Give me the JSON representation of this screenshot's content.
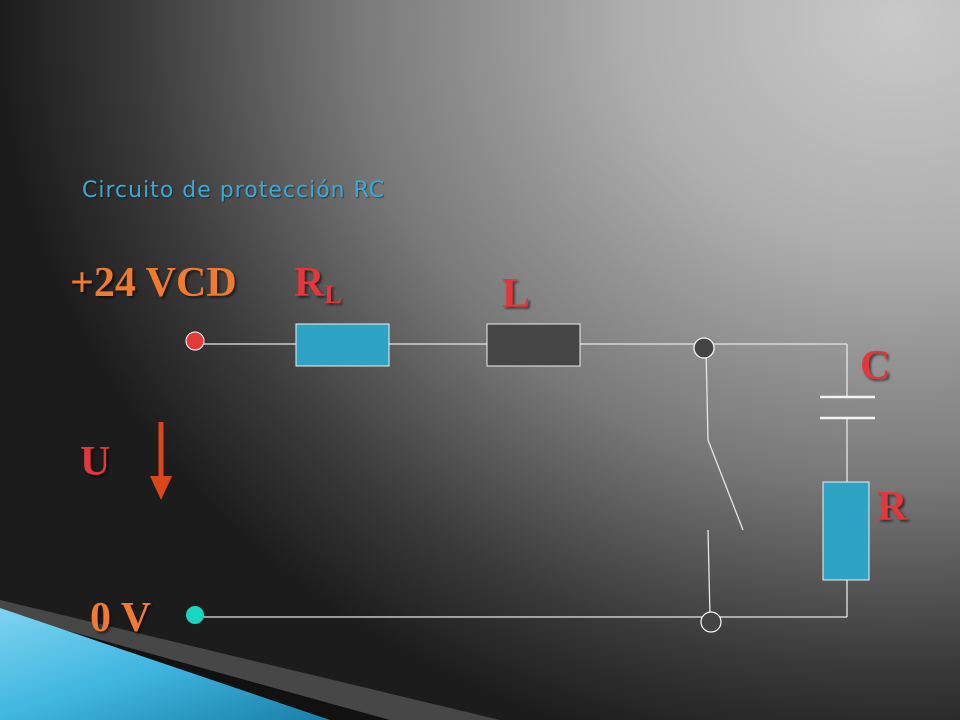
{
  "slide": {
    "title": "Circuito de protección RC"
  },
  "labels": {
    "supply": "+24 VCD",
    "load_resistor": "R",
    "load_resistor_sub": "L",
    "inductor": "L",
    "capacitor": "C",
    "voltage": "U",
    "resistor": "R",
    "ground": "0 V"
  },
  "colors": {
    "title": "#3fa9d6",
    "label_orange": "#f07a2e",
    "label_red": "#e0383c",
    "wire": "#e6e6e6",
    "resistor_fill": "#2fa3c4",
    "inductor_fill": "#454545",
    "supply_terminal": "#e23a3a",
    "ground_terminal": "#19d6bf",
    "node": "#444444",
    "arrow": "#d9471a",
    "accent_band": "#3fb6e0"
  },
  "icons": {
    "voltage_arrow": "arrow-down-icon"
  }
}
